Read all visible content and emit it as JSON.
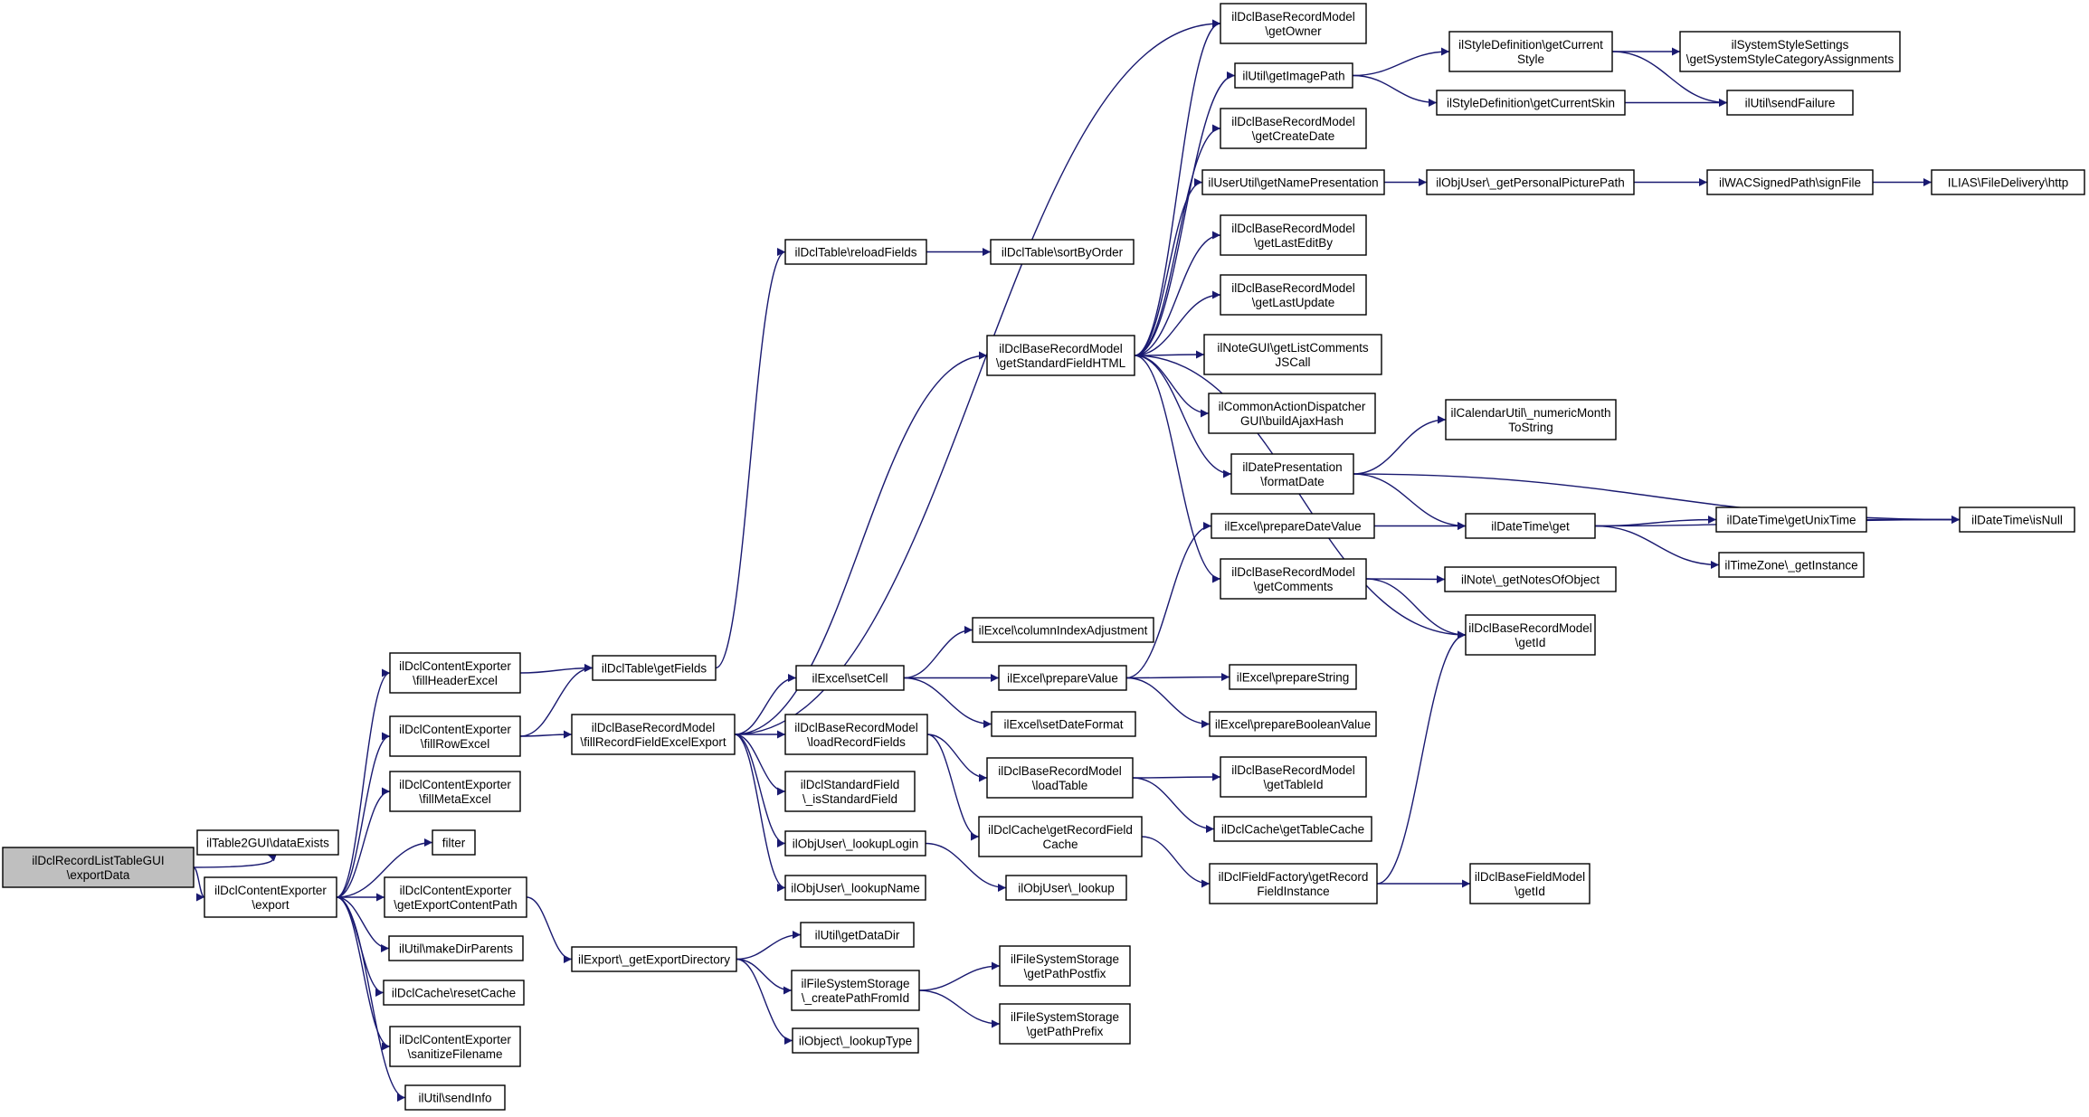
{
  "diagram": {
    "type": "call-graph",
    "colors": {
      "edge": "#191970",
      "node_fill": "#ffffff",
      "root_fill": "#bfbfbf",
      "border": "#000000"
    },
    "nodes": [
      {
        "id": "root",
        "lines": [
          "ilDclRecordListTableGUI",
          "\\exportData"
        ],
        "root": true
      },
      {
        "id": "dataExists",
        "lines": [
          "ilTable2GUI\\dataExists"
        ]
      },
      {
        "id": "export",
        "lines": [
          "ilDclContentExporter",
          "\\export"
        ]
      },
      {
        "id": "fillHeaderExcel",
        "lines": [
          "ilDclContentExporter",
          "\\fillHeaderExcel"
        ]
      },
      {
        "id": "fillRowExcel",
        "lines": [
          "ilDclContentExporter",
          "\\fillRowExcel"
        ]
      },
      {
        "id": "fillMetaExcel",
        "lines": [
          "ilDclContentExporter",
          "\\fillMetaExcel"
        ]
      },
      {
        "id": "filter",
        "lines": [
          "filter"
        ]
      },
      {
        "id": "getExportContentPath",
        "lines": [
          "ilDclContentExporter",
          "\\getExportContentPath"
        ]
      },
      {
        "id": "makeDirParents",
        "lines": [
          "ilUtil\\makeDirParents"
        ]
      },
      {
        "id": "resetCache",
        "lines": [
          "ilDclCache\\resetCache"
        ]
      },
      {
        "id": "sanitizeFilename",
        "lines": [
          "ilDclContentExporter",
          "\\sanitizeFilename"
        ]
      },
      {
        "id": "sendInfo",
        "lines": [
          "ilUtil\\sendInfo"
        ]
      },
      {
        "id": "getFields",
        "lines": [
          "ilDclTable\\getFields"
        ]
      },
      {
        "id": "fillRecordFieldExcelExport",
        "lines": [
          "ilDclBaseRecordModel",
          "\\fillRecordFieldExcelExport"
        ]
      },
      {
        "id": "getExportDirectory",
        "lines": [
          "ilExport\\_getExportDirectory"
        ]
      },
      {
        "id": "reloadFields",
        "lines": [
          "ilDclTable\\reloadFields"
        ]
      },
      {
        "id": "getStandardFieldHTML",
        "lines": [
          "ilDclBaseRecordModel",
          "\\getStandardFieldHTML"
        ]
      },
      {
        "id": "setCell",
        "lines": [
          "ilExcel\\setCell"
        ]
      },
      {
        "id": "loadRecordFields",
        "lines": [
          "ilDclBaseRecordModel",
          "\\loadRecordFields"
        ]
      },
      {
        "id": "isStandardField",
        "lines": [
          "ilDclStandardField",
          "\\_isStandardField"
        ]
      },
      {
        "id": "lookupLogin",
        "lines": [
          "ilObjUser\\_lookupLogin"
        ]
      },
      {
        "id": "lookupName",
        "lines": [
          "ilObjUser\\_lookupName"
        ]
      },
      {
        "id": "getDataDir",
        "lines": [
          "ilUtil\\getDataDir"
        ]
      },
      {
        "id": "createPathFromId",
        "lines": [
          "ilFileSystemStorage",
          "\\_createPathFromId"
        ]
      },
      {
        "id": "lookupType",
        "lines": [
          "ilObject\\_lookupType"
        ]
      },
      {
        "id": "sortByOrder",
        "lines": [
          "ilDclTable\\sortByOrder"
        ]
      },
      {
        "id": "columnIndexAdjustment",
        "lines": [
          "ilExcel\\columnIndexAdjustment"
        ]
      },
      {
        "id": "prepareValue",
        "lines": [
          "ilExcel\\prepareValue"
        ]
      },
      {
        "id": "setDateFormat",
        "lines": [
          "ilExcel\\setDateFormat"
        ]
      },
      {
        "id": "loadTable",
        "lines": [
          "ilDclBaseRecordModel",
          "\\loadTable"
        ]
      },
      {
        "id": "getRecordFieldCache",
        "lines": [
          "ilDclCache\\getRecordField",
          "Cache"
        ]
      },
      {
        "id": "lookup",
        "lines": [
          "ilObjUser\\_lookup"
        ]
      },
      {
        "id": "getPathPostfix",
        "lines": [
          "ilFileSystemStorage",
          "\\getPathPostfix"
        ]
      },
      {
        "id": "getPathPrefix",
        "lines": [
          "ilFileSystemStorage",
          "\\getPathPrefix"
        ]
      },
      {
        "id": "getOwner",
        "lines": [
          "ilDclBaseRecordModel",
          "\\getOwner"
        ]
      },
      {
        "id": "getImagePath",
        "lines": [
          "ilUtil\\getImagePath"
        ]
      },
      {
        "id": "getCreateDate",
        "lines": [
          "ilDclBaseRecordModel",
          "\\getCreateDate"
        ]
      },
      {
        "id": "getNamePresentation",
        "lines": [
          "ilUserUtil\\getNamePresentation"
        ]
      },
      {
        "id": "getLastEditBy",
        "lines": [
          "ilDclBaseRecordModel",
          "\\getLastEditBy"
        ]
      },
      {
        "id": "getLastUpdate",
        "lines": [
          "ilDclBaseRecordModel",
          "\\getLastUpdate"
        ]
      },
      {
        "id": "getListCommentsJSCall",
        "lines": [
          "ilNoteGUI\\getListComments",
          "JSCall"
        ]
      },
      {
        "id": "buildAjaxHash",
        "lines": [
          "ilCommonActionDispatcher",
          "GUI\\buildAjaxHash"
        ]
      },
      {
        "id": "formatDate",
        "lines": [
          "ilDatePresentation",
          "\\formatDate"
        ]
      },
      {
        "id": "prepareDateValue",
        "lines": [
          "ilExcel\\prepareDateValue"
        ]
      },
      {
        "id": "getComments",
        "lines": [
          "ilDclBaseRecordModel",
          "\\getComments"
        ]
      },
      {
        "id": "prepareString",
        "lines": [
          "ilExcel\\prepareString"
        ]
      },
      {
        "id": "prepareBooleanValue",
        "lines": [
          "ilExcel\\prepareBooleanValue"
        ]
      },
      {
        "id": "getTableId",
        "lines": [
          "ilDclBaseRecordModel",
          "\\getTableId"
        ]
      },
      {
        "id": "getTableCache",
        "lines": [
          "ilDclCache\\getTableCache"
        ]
      },
      {
        "id": "getRecordFieldInstance",
        "lines": [
          "ilDclFieldFactory\\getRecord",
          "FieldInstance"
        ]
      },
      {
        "id": "getCurrentStyle",
        "lines": [
          "ilStyleDefinition\\getCurrent",
          "Style"
        ]
      },
      {
        "id": "getCurrentSkin",
        "lines": [
          "ilStyleDefinition\\getCurrentSkin"
        ]
      },
      {
        "id": "getPersonalPicturePath",
        "lines": [
          "ilObjUser\\_getPersonalPicturePath"
        ]
      },
      {
        "id": "numericMonthToString",
        "lines": [
          "ilCalendarUtil\\_numericMonth",
          "ToString"
        ]
      },
      {
        "id": "dateTimeGet",
        "lines": [
          "ilDateTime\\get"
        ]
      },
      {
        "id": "getNotesOfObject",
        "lines": [
          "ilNote\\_getNotesOfObject"
        ]
      },
      {
        "id": "recordGetId",
        "lines": [
          "ilDclBaseRecordModel",
          "\\getId"
        ]
      },
      {
        "id": "fieldGetId",
        "lines": [
          "ilDclBaseFieldModel",
          "\\getId"
        ]
      },
      {
        "id": "getSystemStyleCategoryAssignments",
        "lines": [
          "ilSystemStyleSettings",
          "\\getSystemStyleCategoryAssignments"
        ]
      },
      {
        "id": "sendFailure",
        "lines": [
          "ilUtil\\sendFailure"
        ]
      },
      {
        "id": "signFile",
        "lines": [
          "ilWACSignedPath\\signFile"
        ]
      },
      {
        "id": "getUnixTime",
        "lines": [
          "ilDateTime\\getUnixTime"
        ]
      },
      {
        "id": "getInstance",
        "lines": [
          "ilTimeZone\\_getInstance"
        ]
      },
      {
        "id": "http",
        "lines": [
          "ILIAS\\FileDelivery\\http"
        ]
      },
      {
        "id": "isNull",
        "lines": [
          "ilDateTime\\isNull"
        ]
      }
    ],
    "edges": [
      [
        "root",
        "dataExists"
      ],
      [
        "root",
        "export"
      ],
      [
        "export",
        "fillHeaderExcel"
      ],
      [
        "export",
        "fillRowExcel"
      ],
      [
        "export",
        "fillMetaExcel"
      ],
      [
        "export",
        "filter"
      ],
      [
        "export",
        "getExportContentPath"
      ],
      [
        "export",
        "makeDirParents"
      ],
      [
        "export",
        "resetCache"
      ],
      [
        "export",
        "sanitizeFilename"
      ],
      [
        "export",
        "sendInfo"
      ],
      [
        "fillHeaderExcel",
        "getFields"
      ],
      [
        "fillRowExcel",
        "getFields"
      ],
      [
        "fillRowExcel",
        "fillRecordFieldExcelExport"
      ],
      [
        "getExportContentPath",
        "getExportDirectory"
      ],
      [
        "getFields",
        "reloadFields"
      ],
      [
        "reloadFields",
        "sortByOrder"
      ],
      [
        "fillRecordFieldExcelExport",
        "getOwner"
      ],
      [
        "fillRecordFieldExcelExport",
        "getStandardFieldHTML"
      ],
      [
        "fillRecordFieldExcelExport",
        "setCell"
      ],
      [
        "fillRecordFieldExcelExport",
        "loadRecordFields"
      ],
      [
        "fillRecordFieldExcelExport",
        "isStandardField"
      ],
      [
        "fillRecordFieldExcelExport",
        "lookupLogin"
      ],
      [
        "fillRecordFieldExcelExport",
        "lookupName"
      ],
      [
        "getExportDirectory",
        "getDataDir"
      ],
      [
        "getExportDirectory",
        "createPathFromId"
      ],
      [
        "getExportDirectory",
        "lookupType"
      ],
      [
        "setCell",
        "columnIndexAdjustment"
      ],
      [
        "setCell",
        "prepareValue"
      ],
      [
        "setCell",
        "setDateFormat"
      ],
      [
        "loadRecordFields",
        "loadTable"
      ],
      [
        "loadRecordFields",
        "getRecordFieldCache"
      ],
      [
        "lookupLogin",
        "lookup"
      ],
      [
        "createPathFromId",
        "getPathPostfix"
      ],
      [
        "createPathFromId",
        "getPathPrefix"
      ],
      [
        "getStandardFieldHTML",
        "getOwner"
      ],
      [
        "getStandardFieldHTML",
        "getImagePath"
      ],
      [
        "getStandardFieldHTML",
        "getCreateDate"
      ],
      [
        "getStandardFieldHTML",
        "getNamePresentation"
      ],
      [
        "getStandardFieldHTML",
        "getLastEditBy"
      ],
      [
        "getStandardFieldHTML",
        "getLastUpdate"
      ],
      [
        "getStandardFieldHTML",
        "getListCommentsJSCall"
      ],
      [
        "getStandardFieldHTML",
        "buildAjaxHash"
      ],
      [
        "getStandardFieldHTML",
        "formatDate"
      ],
      [
        "getStandardFieldHTML",
        "getComments"
      ],
      [
        "getStandardFieldHTML",
        "recordGetId"
      ],
      [
        "prepareValue",
        "prepareDateValue"
      ],
      [
        "prepareValue",
        "prepareString"
      ],
      [
        "prepareValue",
        "prepareBooleanValue"
      ],
      [
        "loadTable",
        "getTableId"
      ],
      [
        "loadTable",
        "getTableCache"
      ],
      [
        "getRecordFieldCache",
        "getRecordFieldInstance"
      ],
      [
        "getRecordFieldInstance",
        "recordGetId"
      ],
      [
        "getRecordFieldInstance",
        "fieldGetId"
      ],
      [
        "getImagePath",
        "getCurrentStyle"
      ],
      [
        "getImagePath",
        "getCurrentSkin"
      ],
      [
        "getNamePresentation",
        "getPersonalPicturePath"
      ],
      [
        "formatDate",
        "numericMonthToString"
      ],
      [
        "formatDate",
        "dateTimeGet"
      ],
      [
        "formatDate",
        "isNull"
      ],
      [
        "prepareDateValue",
        "dateTimeGet"
      ],
      [
        "getComments",
        "getNotesOfObject"
      ],
      [
        "getComments",
        "recordGetId"
      ],
      [
        "getCurrentStyle",
        "getSystemStyleCategoryAssignments"
      ],
      [
        "getCurrentStyle",
        "sendFailure"
      ],
      [
        "getCurrentSkin",
        "sendFailure"
      ],
      [
        "getPersonalPicturePath",
        "signFile"
      ],
      [
        "signFile",
        "http"
      ],
      [
        "dateTimeGet",
        "getUnixTime"
      ],
      [
        "dateTimeGet",
        "getInstance"
      ],
      [
        "dateTimeGet",
        "isNull"
      ],
      [
        "getUnixTime",
        "isNull"
      ]
    ]
  }
}
